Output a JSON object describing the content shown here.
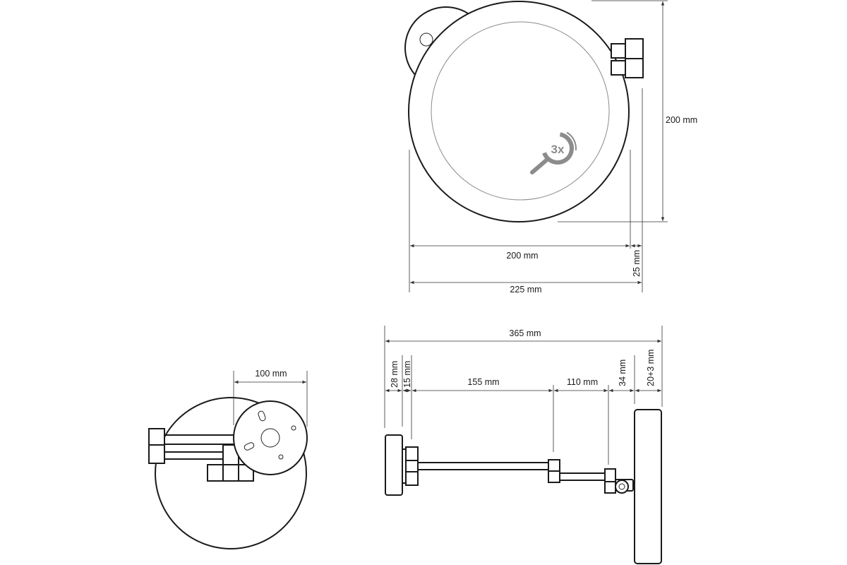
{
  "dimensions": {
    "front_height": "200 mm",
    "front_mirror_width": "200 mm",
    "front_depth": "25 mm",
    "front_total_width": "225 mm",
    "top_plate": "100 mm",
    "side_total": "365 mm",
    "side_base": "28 mm",
    "side_joint": "15 mm",
    "side_arm_long": "155 mm",
    "side_arm_short": "110 mm",
    "side_pivot": "34 mm",
    "side_mirror": "20+3 mm"
  },
  "magnification_badge": "3x",
  "colors": {
    "line": "#1a1a1a",
    "glass": "#8a8a8a",
    "icon": "#8c8c8c"
  }
}
